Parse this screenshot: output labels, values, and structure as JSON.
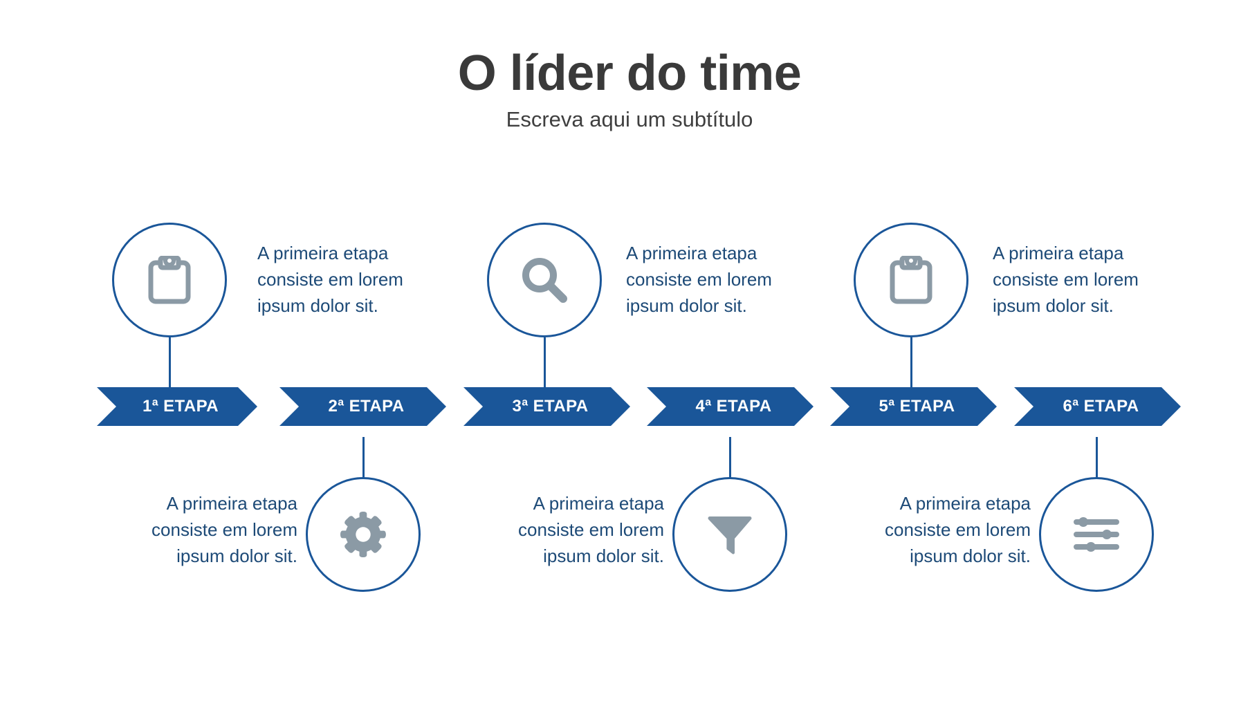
{
  "header": {
    "title": "O líder do time",
    "subtitle": "Escreva aqui um subtítulo"
  },
  "colors": {
    "brand_blue": "#1a5699",
    "text_blue": "#1d4a77",
    "icon_gray": "#8b9aa5",
    "title_gray": "#3a3a3a",
    "chevron_label": "#ffffff",
    "background": "#ffffff"
  },
  "steps": [
    {
      "label": "1ª ETAPA",
      "description": "A primeira etapa consiste em lorem ipsum dolor sit.",
      "icon": "clipboard-icon",
      "position": "top"
    },
    {
      "label": "2ª ETAPA",
      "description": "A primeira etapa consiste em lorem ipsum dolor sit.",
      "icon": "gear-icon",
      "position": "bottom"
    },
    {
      "label": "3ª ETAPA",
      "description": "A primeira etapa consiste em lorem ipsum dolor sit.",
      "icon": "search-icon",
      "position": "top"
    },
    {
      "label": "4ª ETAPA",
      "description": "A primeira etapa consiste em lorem ipsum dolor sit.",
      "icon": "funnel-icon",
      "position": "bottom"
    },
    {
      "label": "5ª ETAPA",
      "description": "A primeira etapa consiste em lorem ipsum dolor sit.",
      "icon": "clipboard-icon",
      "position": "top"
    },
    {
      "label": "6ª ETAPA",
      "description": "A primeira etapa consiste em lorem ipsum dolor sit.",
      "icon": "sliders-icon",
      "position": "bottom"
    }
  ]
}
